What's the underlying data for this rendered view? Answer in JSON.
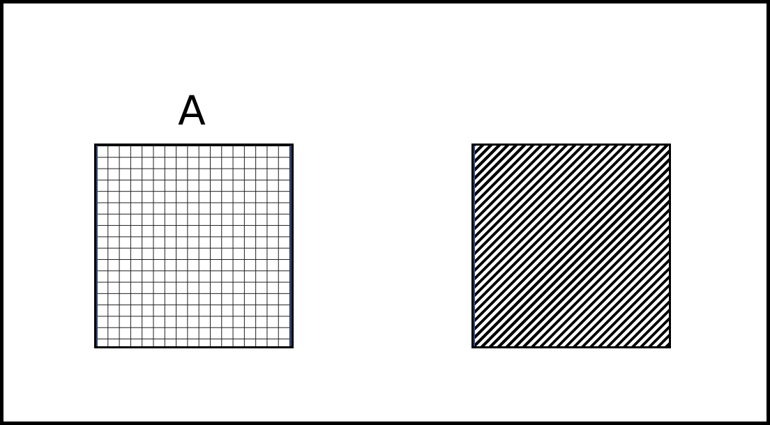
{
  "labels": {
    "left_panel": "A"
  },
  "panels": [
    {
      "name": "grid-square",
      "pattern": "square-grid",
      "stroke": "#000000",
      "fill": "#ffffff"
    },
    {
      "name": "hatched-square",
      "pattern": "diagonal-stripes",
      "stroke": "#000000",
      "fill": "#ffffff"
    }
  ],
  "colors": {
    "outline": "#000000",
    "inner_edge": "#3a4a7a",
    "background": "#ffffff"
  }
}
